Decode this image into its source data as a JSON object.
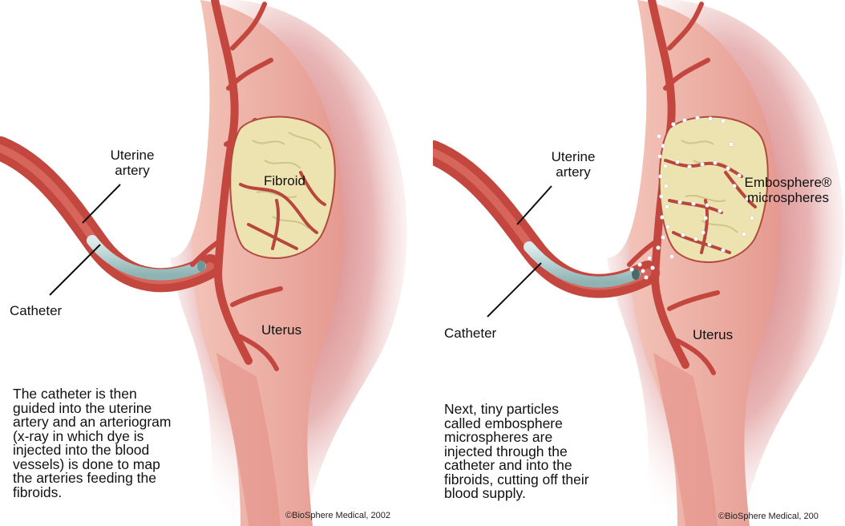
{
  "colors": {
    "uterus_wall": "#e9aaa0",
    "uterus_shadow": "#c9595a",
    "artery": "#c4473f",
    "fibroid": "#ece3b0",
    "catheter": "#b8d3d3",
    "microsphere": "#ffffff"
  },
  "left_panel": {
    "labels": {
      "uterine_artery": "Uterine\nartery",
      "fibroid": "Fibroid",
      "catheter": "Catheter",
      "uterus": "Uterus"
    },
    "caption": "The catheter is then\nguided into the uterine\nartery and an arteriogram\n(x-ray in which dye is\ninjected into the blood\nvessels) is done to map\nthe arteries feeding the\nfibroids.",
    "copyright": "©BioSphere Medical, 2002"
  },
  "right_panel": {
    "labels": {
      "uterine_artery": "Uterine\nartery",
      "microspheres": "Embosphere®\nmicrospheres",
      "catheter": "Catheter",
      "uterus": "Uterus"
    },
    "caption": "Next, tiny particles\ncalled embosphere\nmicrospheres are\ninjected through the\ncatheter and into the\nfibroids, cutting off their\nblood supply.",
    "copyright": "©BioSphere Medical, 200"
  }
}
